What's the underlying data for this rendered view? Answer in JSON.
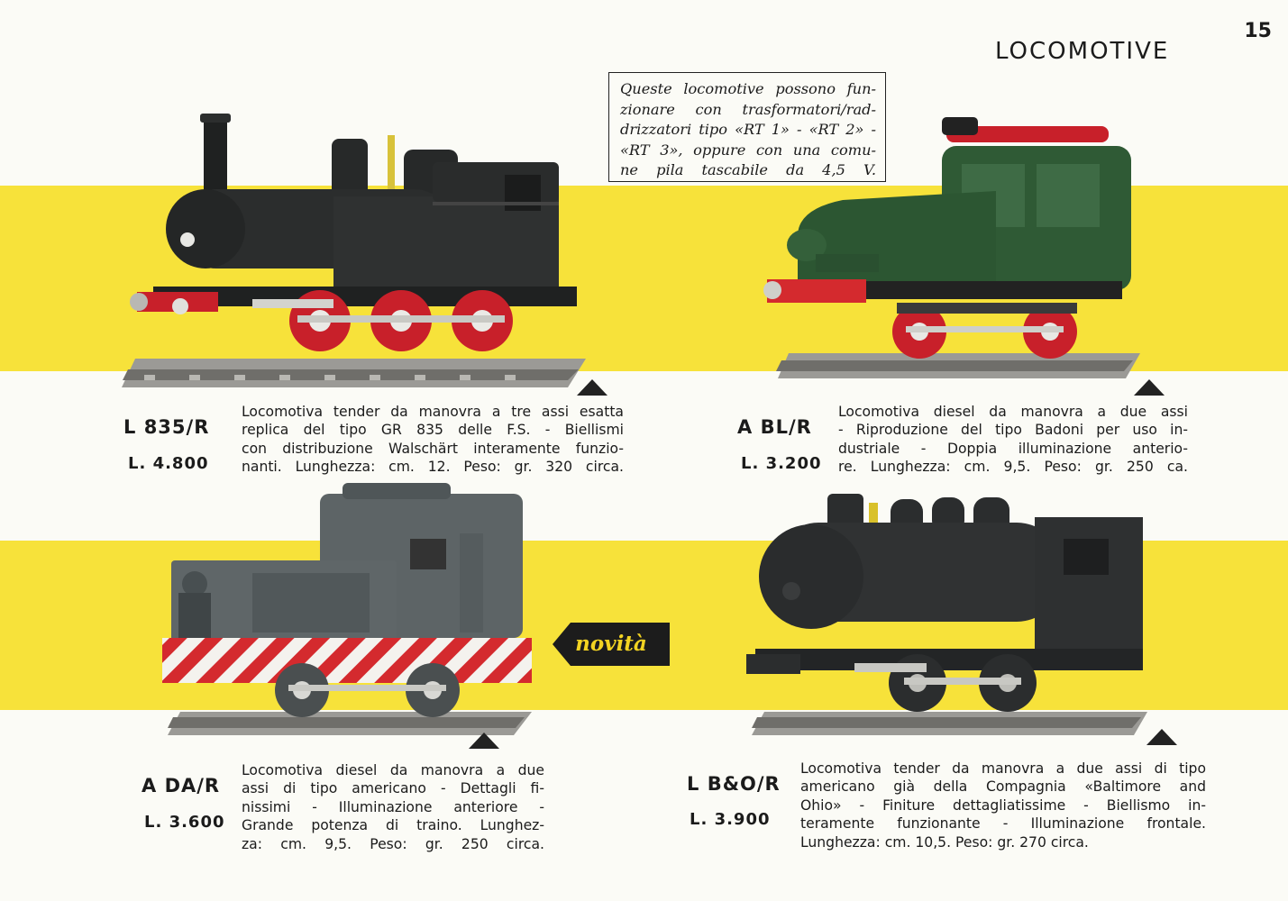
{
  "page": {
    "number": "15",
    "title": "LOCOMOTIVE"
  },
  "note": {
    "lines": [
      "Queste locomotive possono fun-",
      "zionare con trasformatori/rad-",
      "drizzatori tipo «RT 1» - «RT 2» -",
      "«RT 3», oppure con una comu-",
      "ne pila tascabile da 4,5 V."
    ]
  },
  "badge": {
    "text": "novità"
  },
  "products": [
    {
      "code": "L 835/R",
      "price": "L. 4.800",
      "description": [
        "Locomotiva tender da manovra a tre assi esatta",
        "replica del tipo GR 835 delle F.S. - Biellismi",
        "con distribuzione Walschärt interamente funzio-",
        "nanti. Lunghezza: cm. 12. Peso: gr. 320 circa."
      ],
      "colors": {
        "body": "#2a2c2c",
        "wheels": "#c8202a",
        "buffer": "#c8202a"
      }
    },
    {
      "code": "A BL/R",
      "price": "L. 3.200",
      "description": [
        "Locomotiva diesel da manovra a due assi",
        "- Riproduzione del tipo Badoni per uso in-",
        "dustriale - Doppia illuminazione anterio-",
        "re. Lunghezza: cm. 9,5. Peso: gr. 250 ca."
      ],
      "colors": {
        "body": "#2f5a35",
        "wheels": "#c8202a",
        "buffer": "#d42a2e"
      }
    },
    {
      "code": "A DA/R",
      "price": "L. 3.600",
      "description": [
        "Locomotiva diesel da manovra a due",
        "assi di tipo americano - Dettagli fi-",
        "nissimi - Illuminazione anteriore -",
        "Grande potenza di traino. Lunghez-",
        "za: cm. 9,5. Peso: gr. 250 circa."
      ],
      "colors": {
        "body": "#5d6466",
        "wheels": "#4a4f50",
        "stripe": "#d42a2e"
      }
    },
    {
      "code": "L B&O/R",
      "price": "L. 3.900",
      "description": [
        "Locomotiva tender da manovra a due assi di tipo",
        "americano già della Compagnia «Baltimore and",
        "Ohio» - Finiture dettagliatissime - Biellismo in-",
        "teramente funzionante - Illuminazione frontale.",
        "Lunghezza: cm. 10,5. Peso: gr. 270 circa."
      ],
      "colors": {
        "body": "#2b2d2e",
        "wheels": "#2b2d2e",
        "accent": "#d9c12a"
      }
    }
  ]
}
